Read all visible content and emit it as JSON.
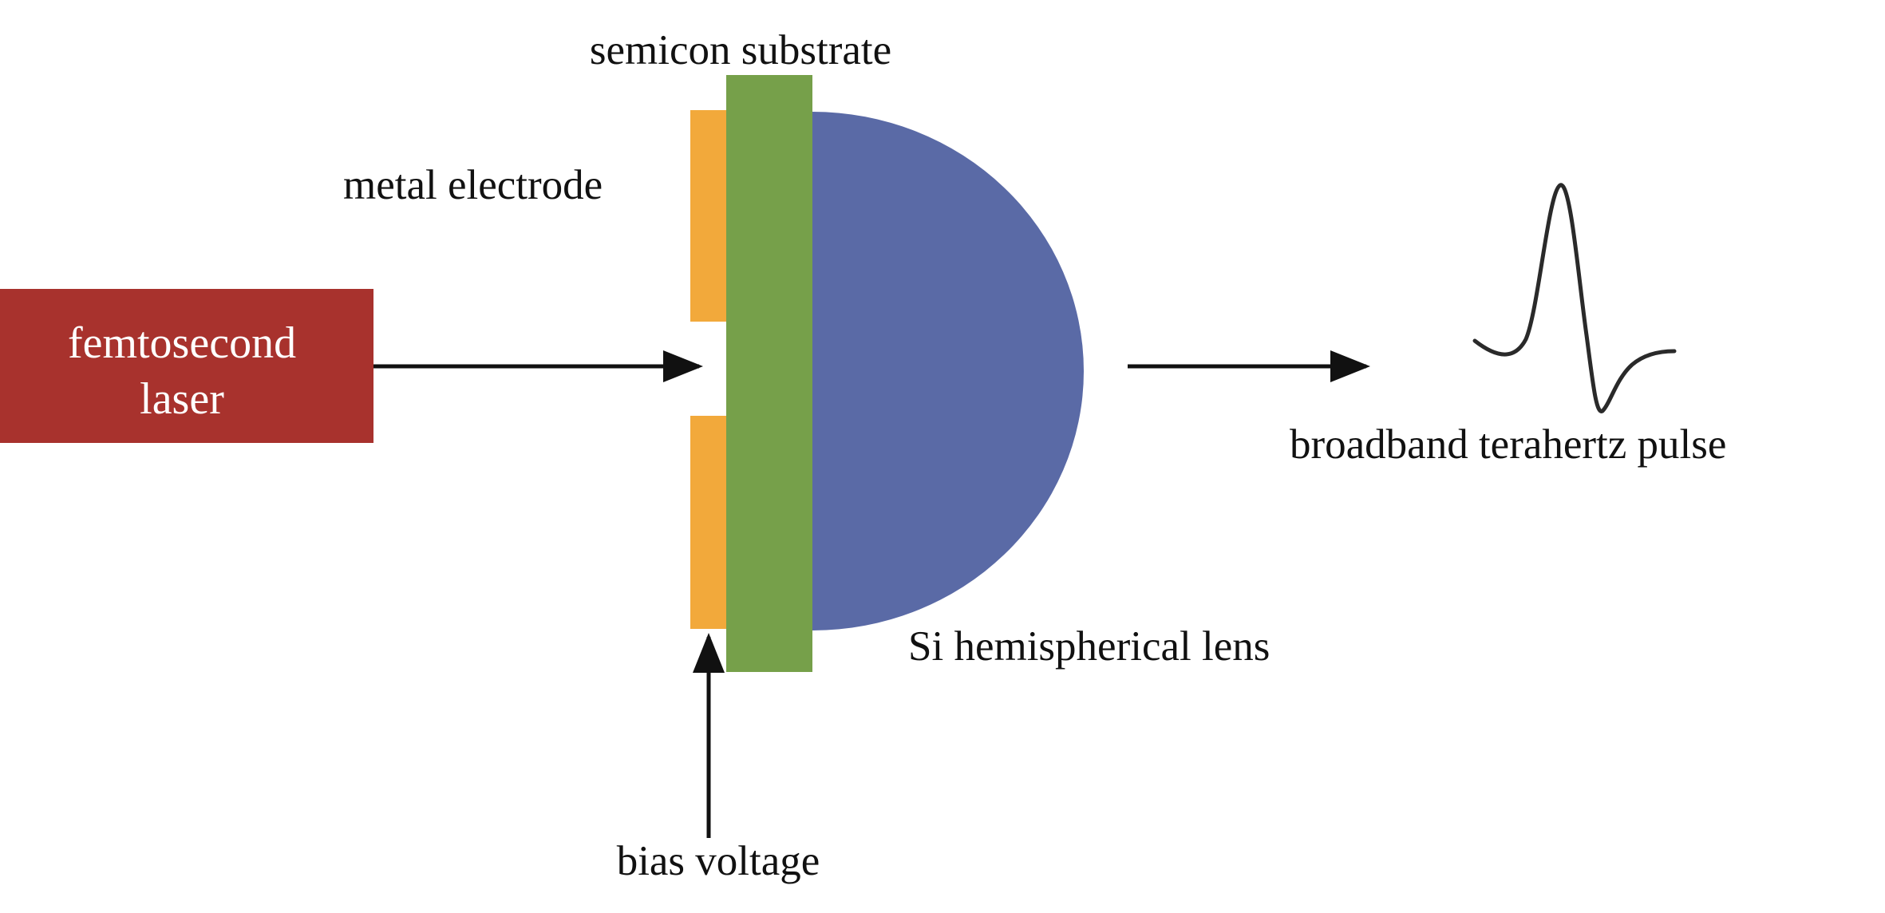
{
  "labels": {
    "laser_line1": "femtosecond",
    "laser_line2": "laser",
    "semicon_substrate": "semicon substrate",
    "metal_electrode": "metal electrode",
    "si_lens": "Si hemispherical lens",
    "bias_voltage": "bias voltage",
    "thz_pulse": "broadband terahertz pulse"
  },
  "colors": {
    "laser_box": "#a8322d",
    "electrode": "#f2a93b",
    "substrate": "#76a04a",
    "lens": "#5a6aa6",
    "arrow": "#111111",
    "pulse": "#2a2a2a"
  }
}
